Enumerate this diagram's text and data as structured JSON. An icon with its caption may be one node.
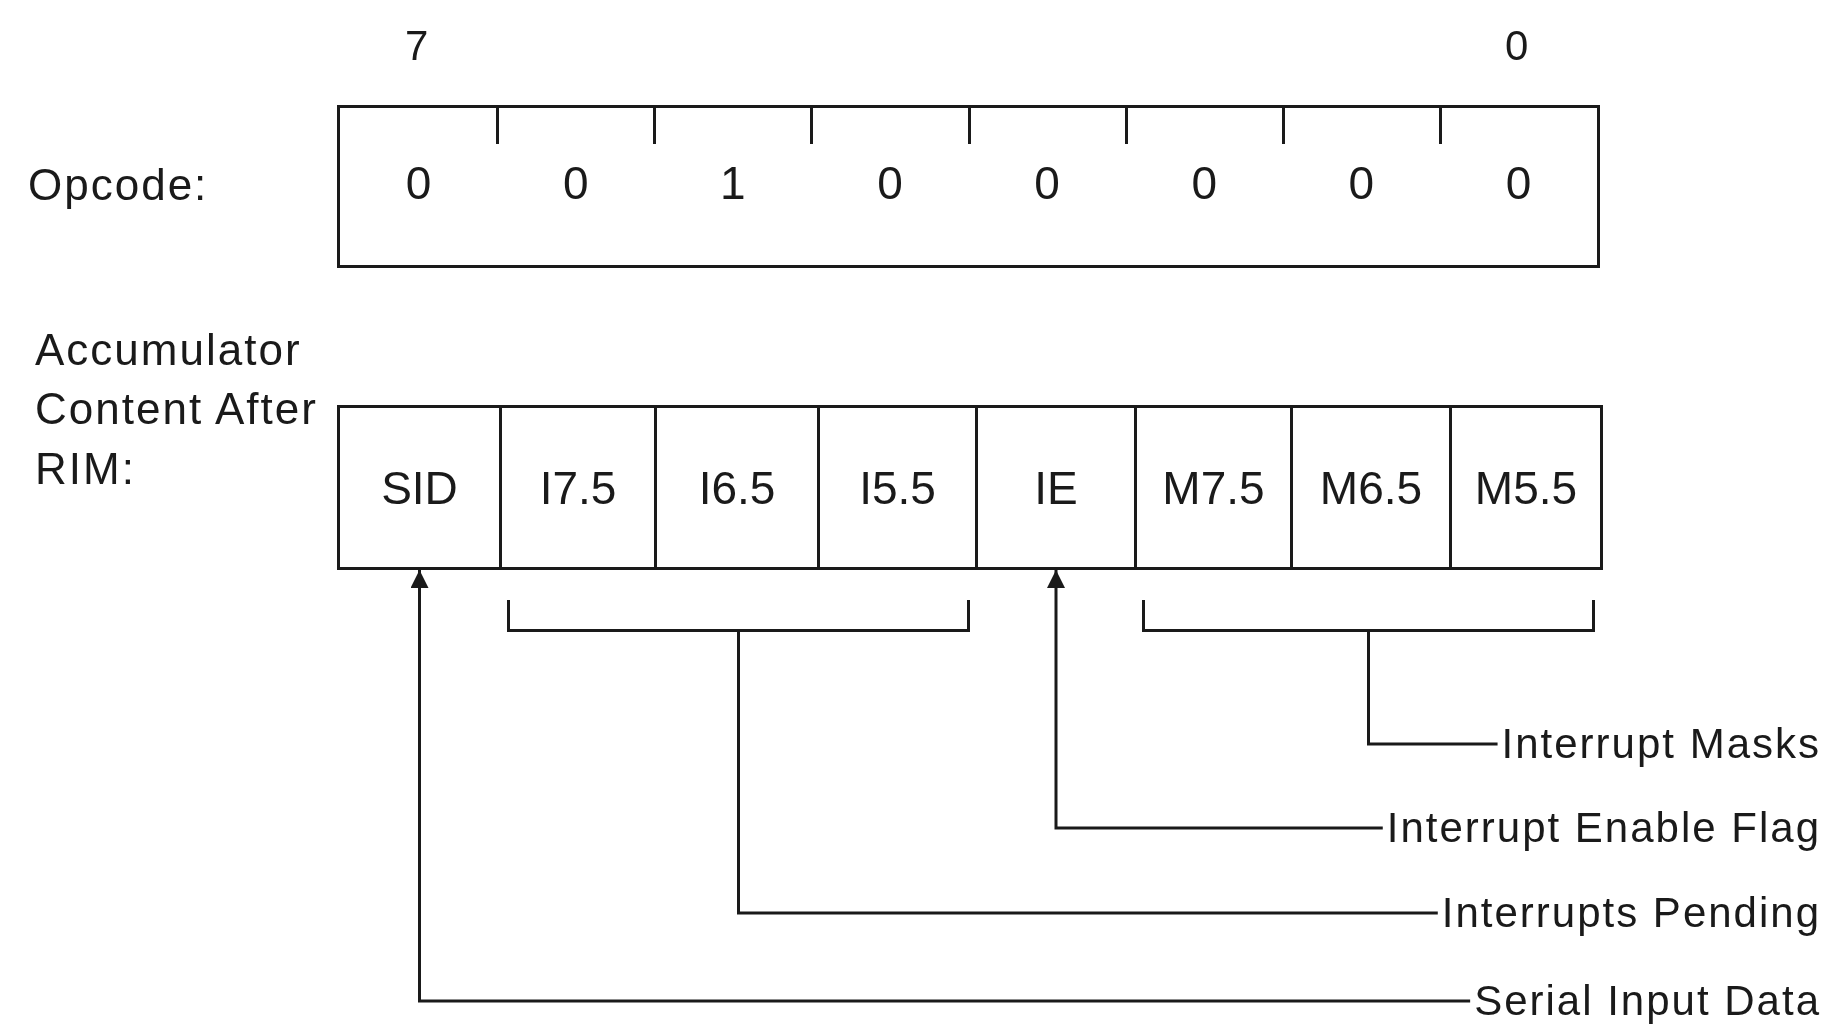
{
  "diagram": {
    "nodes": [
      {
        "text": [
          "0",
          "0",
          "1",
          "0",
          "0",
          "0",
          "0",
          "0"
        ],
        "beside": [
          "Opcode:"
        ]
      },
      {
        "text": [
          "SID"
        ]
      },
      {
        "text": [
          "I7.5"
        ]
      },
      {
        "text": [
          "I6.5"
        ]
      },
      {
        "text": [
          "I5.5"
        ]
      },
      {
        "text": [
          "IE"
        ]
      },
      {
        "text": [
          "M7.5"
        ]
      },
      {
        "text": [
          "M6.5"
        ]
      },
      {
        "text": [
          "M5.5"
        ]
      },
      {
        "text": [],
        "shape": "bracket"
      },
      {
        "text": [],
        "shape": "bracket"
      },
      {
        "text": [
          "Interrupt Masks"
        ]
      },
      {
        "text": [
          "Interrupt Enable Flag"
        ]
      },
      {
        "text": [
          "Interrupts Pending"
        ]
      },
      {
        "text": [
          "Serial Input Data"
        ]
      }
    ],
    "edges": [
      {
        "from": 11,
        "to": 10,
        "arrow": "none"
      },
      {
        "from": 12,
        "to": 5,
        "arrow": "to"
      },
      {
        "from": 13,
        "to": 9,
        "arrow": "none"
      },
      {
        "from": 14,
        "to": 1,
        "arrow": "to"
      }
    ],
    "labels": [
      "7",
      "0",
      "Accumulator Content After RIM:"
    ]
  }
}
